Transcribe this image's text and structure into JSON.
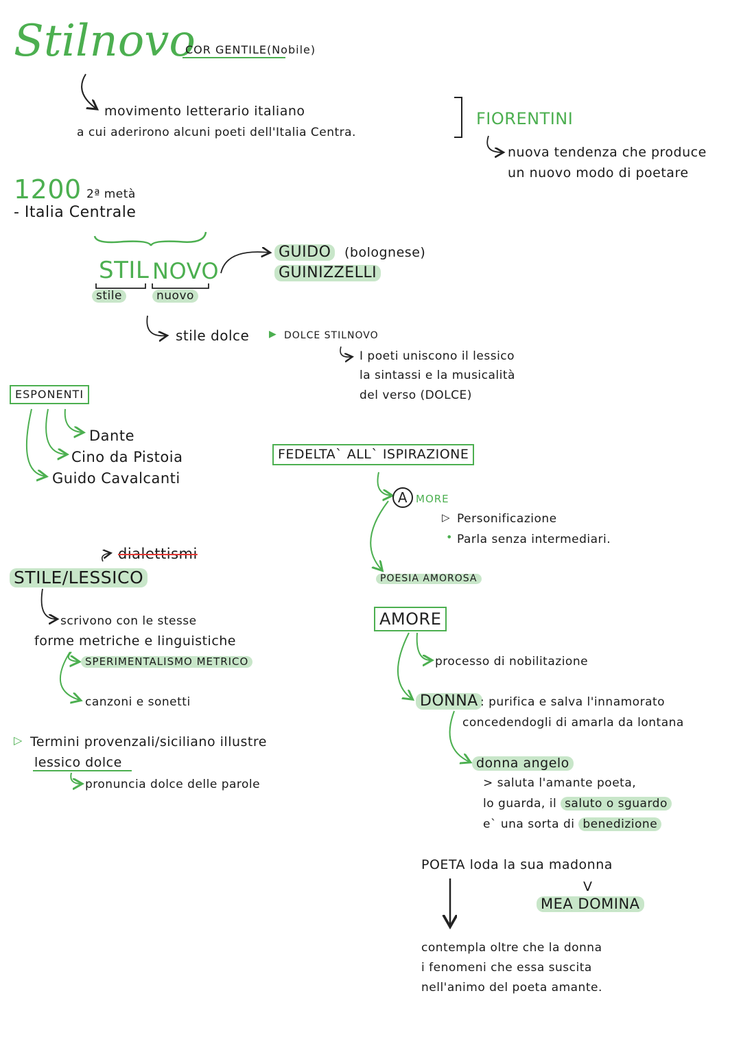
{
  "header": {
    "title": "Stilnovo",
    "cor_gentile": "COR GENTILE",
    "nobile": "(Nobile)"
  },
  "definition": {
    "line1": "movimento letterario italiano",
    "line2": "a cui aderirono alcuni poeti dell'Italia Centra."
  },
  "fiorentini": {
    "label": "FIORENTINI",
    "line1": "nuova tendenza che produce",
    "line2": "un nuovo modo di poetare"
  },
  "period": {
    "year": "1200",
    "half": "2ª metà",
    "region": "- Italia Centrale"
  },
  "stil_novo": {
    "stil": "STIL",
    "novo": "NOVO",
    "stile": "stile",
    "nuovo": "nuovo",
    "guido1": "GUIDO",
    "bolognese": "(bolognese)",
    "guido2": "GUINIZZELLI",
    "dolce": "stile dolce",
    "dolce_stilnovo": "DOLCE STILNOVO",
    "poeti1": "I poeti uniscono il lessico",
    "poeti2": "la sintassi e la musicalità",
    "poeti3": "del verso (DOLCE)"
  },
  "esponenti": {
    "label": "ESPONENTI",
    "items": [
      "Dante",
      "Cino da Pistoia",
      "Guido Cavalcanti"
    ]
  },
  "fedelta": {
    "label": "FEDELTA` ALL` ISPIRAZIONE",
    "amore_a": "A",
    "amore_rest": "MORE",
    "pers": "Personificazione",
    "parla": "Parla senza intermediari.",
    "poesia": "POESIA AMOROSA"
  },
  "stile_lessico": {
    "label": "STILE/LESSICO",
    "dialettismi": "dialettismi",
    "scrivono1": "scrivono con le stesse",
    "scrivono2": "forme metriche e linguistiche",
    "sperimentalismo": "SPERIMENTALISMO METRICO",
    "canzoni": "canzoni e sonetti",
    "termini": "Termini provenzali/siciliano illustre",
    "lessico_dolce": "lessico dolce",
    "pronuncia": "pronuncia dolce delle parole"
  },
  "amore": {
    "label": "AMORE",
    "processo": "processo di nobilitazione",
    "donna": "DONNA",
    "purifica": ": purifica e salva l'innamorato",
    "concedendo": "concedendogli di amarla da lontana",
    "angelo": "donna angelo",
    "saluta": "> saluta l'amante poeta,",
    "guarda": "lo guarda, il",
    "saluto": "saluto o sguardo",
    "sorta": "e` una sorta di",
    "benedizione": "benedizione"
  },
  "poeta": {
    "loda": "POETA loda la sua madonna",
    "v": "V",
    "mea": "MEA DOMINA",
    "c1": "contempla oltre che la donna",
    "c2": "i fenomeni che essa suscita",
    "c3": "nell'animo del poeta amante."
  },
  "colors": {
    "accent": "#4caf50",
    "highlight": "#c8e6c9",
    "strike": "#e53935"
  }
}
